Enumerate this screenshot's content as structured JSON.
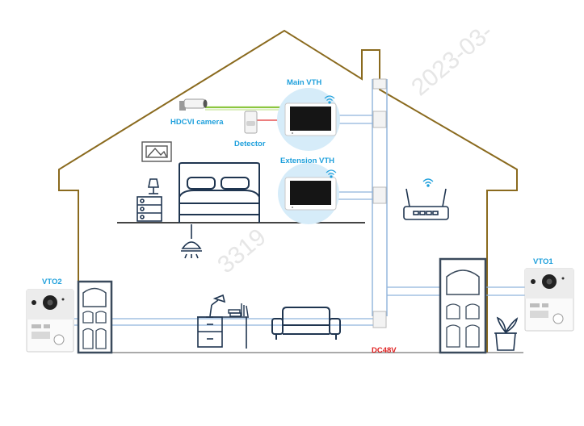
{
  "labels": {
    "main_vth": "Main VTH",
    "hdcvi_camera": "HDCVI camera",
    "detector": "Detector",
    "extension_vth": "Extension VTH",
    "vto1": "VTO1",
    "vto2": "VTO2",
    "dc48v": "DC48V"
  },
  "watermark": {
    "text_1": "2023-03-",
    "text_2": "3319"
  },
  "colors": {
    "house_outline": "#8a6a1e",
    "bus_line": "#8fb4dc",
    "camera_line": "#8cc63f",
    "detector_line": "#e03030",
    "label_blue": "#1fa0dc",
    "label_red": "#e02020",
    "icon_stroke": "#1f3550",
    "vth_glow": "#d6ecf9"
  }
}
